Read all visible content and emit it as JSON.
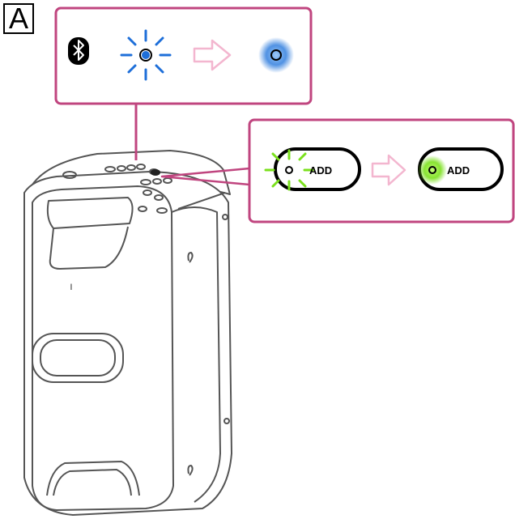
{
  "figure_label": "A",
  "add_button_label": "ADD",
  "colors": {
    "callout_border": "#c0457f",
    "arrow_pink": "#f3b6cf",
    "blue_led": "#1e6fd9",
    "blue_glow": "#6aa9f0",
    "green_led": "#7ae01c",
    "speaker_outline": "#555555"
  },
  "icons": [
    "bluetooth-icon",
    "blinking-blue-led-icon",
    "arrow-right-icon",
    "steady-blue-led-icon",
    "blinking-green-led-icon",
    "steady-green-led-icon"
  ],
  "states": {
    "bluetooth_indicator": {
      "from": "blinking",
      "to": "lit"
    },
    "add_indicator": {
      "from": "blinking",
      "to": "lit"
    }
  }
}
